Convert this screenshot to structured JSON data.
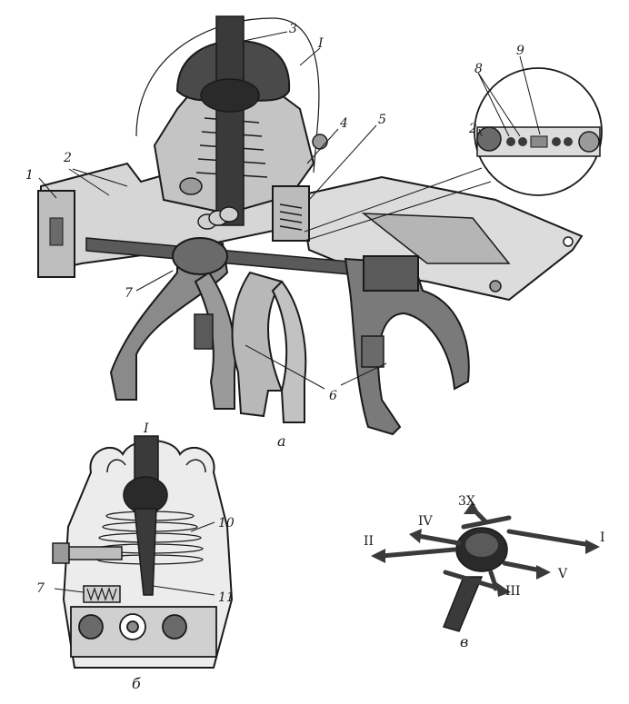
{
  "colors": {
    "ink": "#1a1a1a",
    "dark_metal": "#3a3a3a",
    "mid_metal": "#8a8a8a",
    "light_metal": "#c8c8c8",
    "paper": "#ffffff"
  },
  "view_a": {
    "caption": "а",
    "callouts": {
      "n1": "1",
      "n2_left": "2",
      "n2_detail": "2",
      "n3": "3",
      "roman_I": "I",
      "n4": "4",
      "n5": "5",
      "n6": "6",
      "n7": "7",
      "n8": "8",
      "n9": "9"
    }
  },
  "view_b": {
    "caption": "б",
    "callouts": {
      "roman_I": "I",
      "n7": "7",
      "n10": "10",
      "n11": "11"
    }
  },
  "view_v": {
    "caption": "в",
    "gears": {
      "reverse": "3X",
      "first": "I",
      "second": "II",
      "third": "III",
      "fourth": "IV",
      "fifth": "V"
    }
  }
}
